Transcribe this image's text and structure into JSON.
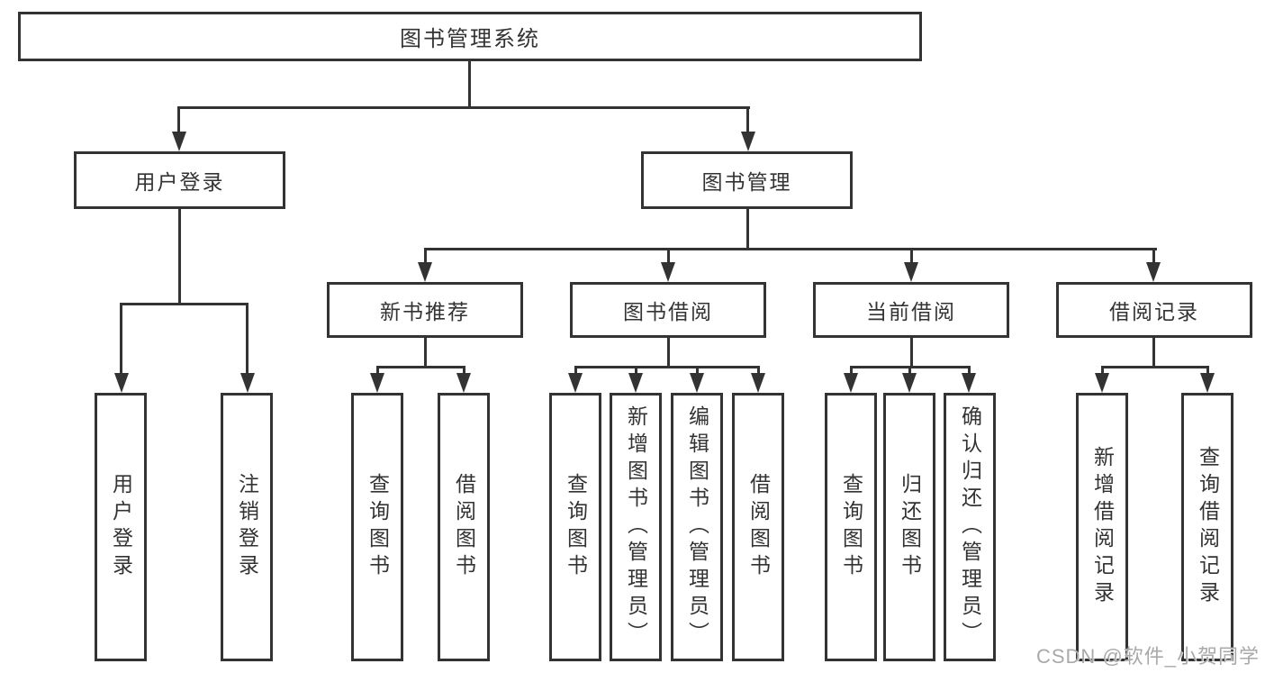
{
  "diagram": {
    "title": "图书管理系统",
    "branches": {
      "user_login": {
        "label": "用户登录",
        "children": [
          "用户登录",
          "注销登录"
        ]
      },
      "book_management": {
        "label": "图书管理",
        "sections": [
          {
            "label": "新书推荐",
            "children": [
              "查询图书",
              "借阅图书"
            ]
          },
          {
            "label": "图书借阅",
            "children": [
              "查询图书",
              "新增图书（管理员）",
              "编辑图书（管理员）",
              "借阅图书"
            ]
          },
          {
            "label": "当前借阅",
            "children": [
              "查询图书",
              "归还图书",
              "确认归还（管理员）"
            ]
          },
          {
            "label": "借阅记录",
            "children": [
              "新增借阅记录",
              "查询借阅记录"
            ]
          }
        ]
      }
    },
    "watermark": "CSDN @软件_小贺同学",
    "colors": {
      "line": "#333333",
      "text": "#333333",
      "background": "#ffffff",
      "watermark": "#a9a9a9"
    }
  }
}
